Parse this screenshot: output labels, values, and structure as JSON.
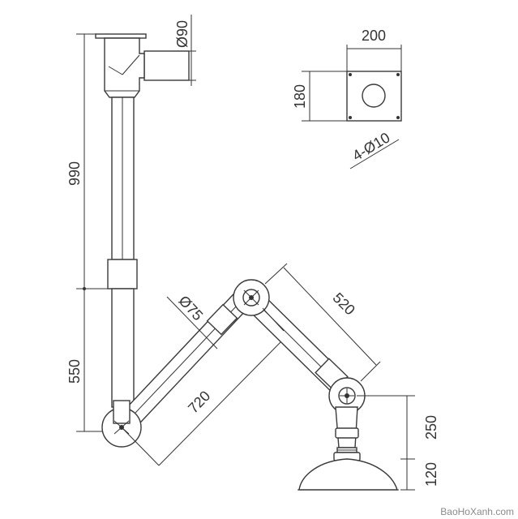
{
  "dimensions": {
    "pipe_diameter": "Ø90",
    "upper_height": "990",
    "lower_height": "550",
    "arm_diameter": "Ø75",
    "arm_lower_length": "720",
    "arm_upper_length": "520",
    "flange_width": "200",
    "flange_height": "180",
    "bolt_holes": "4-Ø10",
    "joint_height": "250",
    "hood_height": "120"
  },
  "watermark": "BaoHoXanh.com",
  "colors": {
    "line": "#333333",
    "part_fill": "#ffffff",
    "watermark": "#8a8a8a"
  }
}
